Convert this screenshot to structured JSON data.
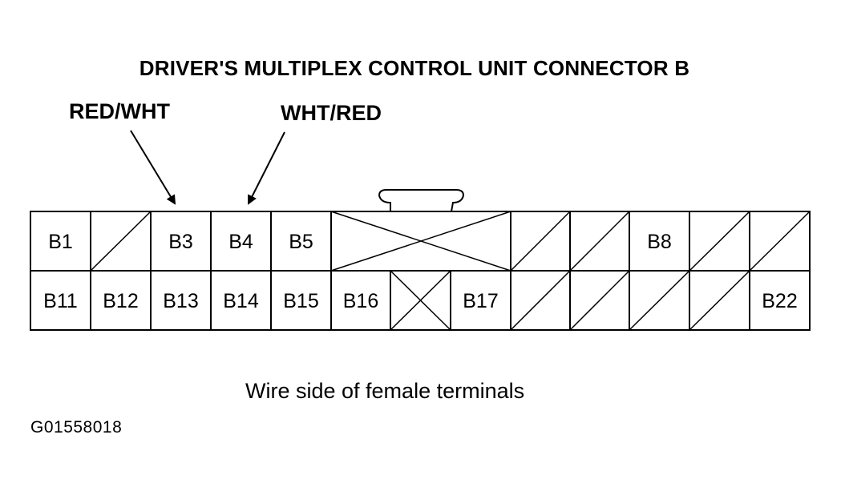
{
  "title": "DRIVER'S MULTIPLEX CONTROL UNIT CONNECTOR B",
  "wire_labels": [
    {
      "text": "RED/WHT",
      "terminal": "B3"
    },
    {
      "text": "WHT/RED",
      "terminal": "B4"
    }
  ],
  "connector": {
    "top_row": [
      {
        "label": "B1"
      },
      {
        "label": "",
        "blank": "slash"
      },
      {
        "label": "B3"
      },
      {
        "label": "B4"
      },
      {
        "label": "B5"
      },
      {
        "label": "",
        "blank": "cross-wide"
      },
      {
        "label": "",
        "blank": "slash"
      },
      {
        "label": "",
        "blank": "slash"
      },
      {
        "label": "B8"
      },
      {
        "label": "",
        "blank": "slash"
      },
      {
        "label": "",
        "blank": "slash"
      }
    ],
    "bottom_row": [
      {
        "label": "B11"
      },
      {
        "label": "B12"
      },
      {
        "label": "B13"
      },
      {
        "label": "B14"
      },
      {
        "label": "B15"
      },
      {
        "label": "B16"
      },
      {
        "label": "",
        "blank": "cross"
      },
      {
        "label": "B17"
      },
      {
        "label": "",
        "blank": "slash"
      },
      {
        "label": "",
        "blank": "slash"
      },
      {
        "label": "",
        "blank": "slash"
      },
      {
        "label": "",
        "blank": "slash"
      },
      {
        "label": "B22"
      }
    ]
  },
  "caption": "Wire side of female terminals",
  "figure_id": "G01558018"
}
